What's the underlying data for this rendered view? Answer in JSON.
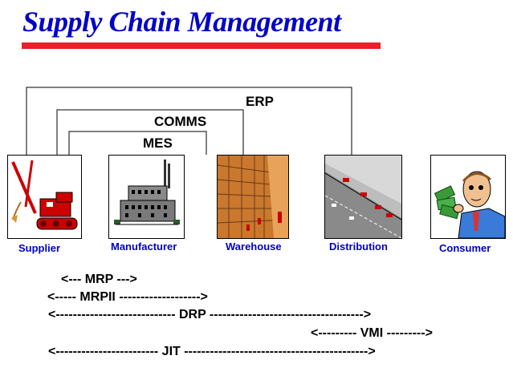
{
  "title": "Supply Chain Management",
  "colors": {
    "title": "#0000cc",
    "underline": "#e8202a",
    "captions": "#0000cc"
  },
  "brackets": {
    "erp": "ERP",
    "comms": "COMMS",
    "mes": "MES"
  },
  "entities": [
    {
      "label": "Supplier",
      "icon": "crane-icon"
    },
    {
      "label": "Manufacturer",
      "icon": "factory-icon"
    },
    {
      "label": "Warehouse",
      "icon": "warehouse-shelves-icon"
    },
    {
      "label": "Distribution",
      "icon": "distribution-road-icon"
    },
    {
      "label": "Consumer",
      "icon": "consumer-money-icon"
    }
  ],
  "spans": [
    "<--- MRP --->",
    "<----- MRPII ------------------->",
    "<---------------------------- DRP ------------------------------------>",
    "<--------- VMI --------->",
    "<------------------------ JIT ------------------------------------------->"
  ]
}
